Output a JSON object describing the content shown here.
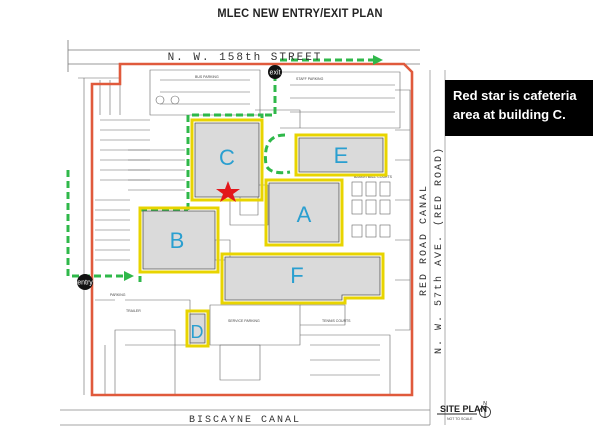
{
  "title": "MLEC NEW ENTRY/EXIT PLAN",
  "streets": {
    "north": "N. W. 158th STREET",
    "south": "BISCAYNE CANAL",
    "east_canal": "RED ROAD CANAL",
    "east_avenue": "N. W. 57th AVE. (RED ROAD)"
  },
  "buildings": {
    "a": "A",
    "b": "B",
    "c": "C",
    "d": "D",
    "e": "E",
    "f": "F"
  },
  "markers": {
    "exit": "exit",
    "entry": "entry"
  },
  "callout": {
    "text": "Red star is cafeteria area at building C."
  },
  "site_plan": {
    "label": "SITE PLAN",
    "note": "NOT TO SCALE",
    "north": "N"
  },
  "small_labels": {
    "bus_parking": "BUS PARKING",
    "parking": "PARKING",
    "basketball_courts": "BASKETBALL COURTS",
    "service_parking": "SERVICE PARKING",
    "tennis_courts": "TENNIS COURTS",
    "staff_parking": "STAFF PARKING",
    "trailer": "TRAILER"
  },
  "colors": {
    "boundary": "#e05a3c",
    "route": "#2fb84a",
    "building_outline": "#e8d400",
    "star": "#e3171b",
    "label": "#2a9fd0"
  }
}
